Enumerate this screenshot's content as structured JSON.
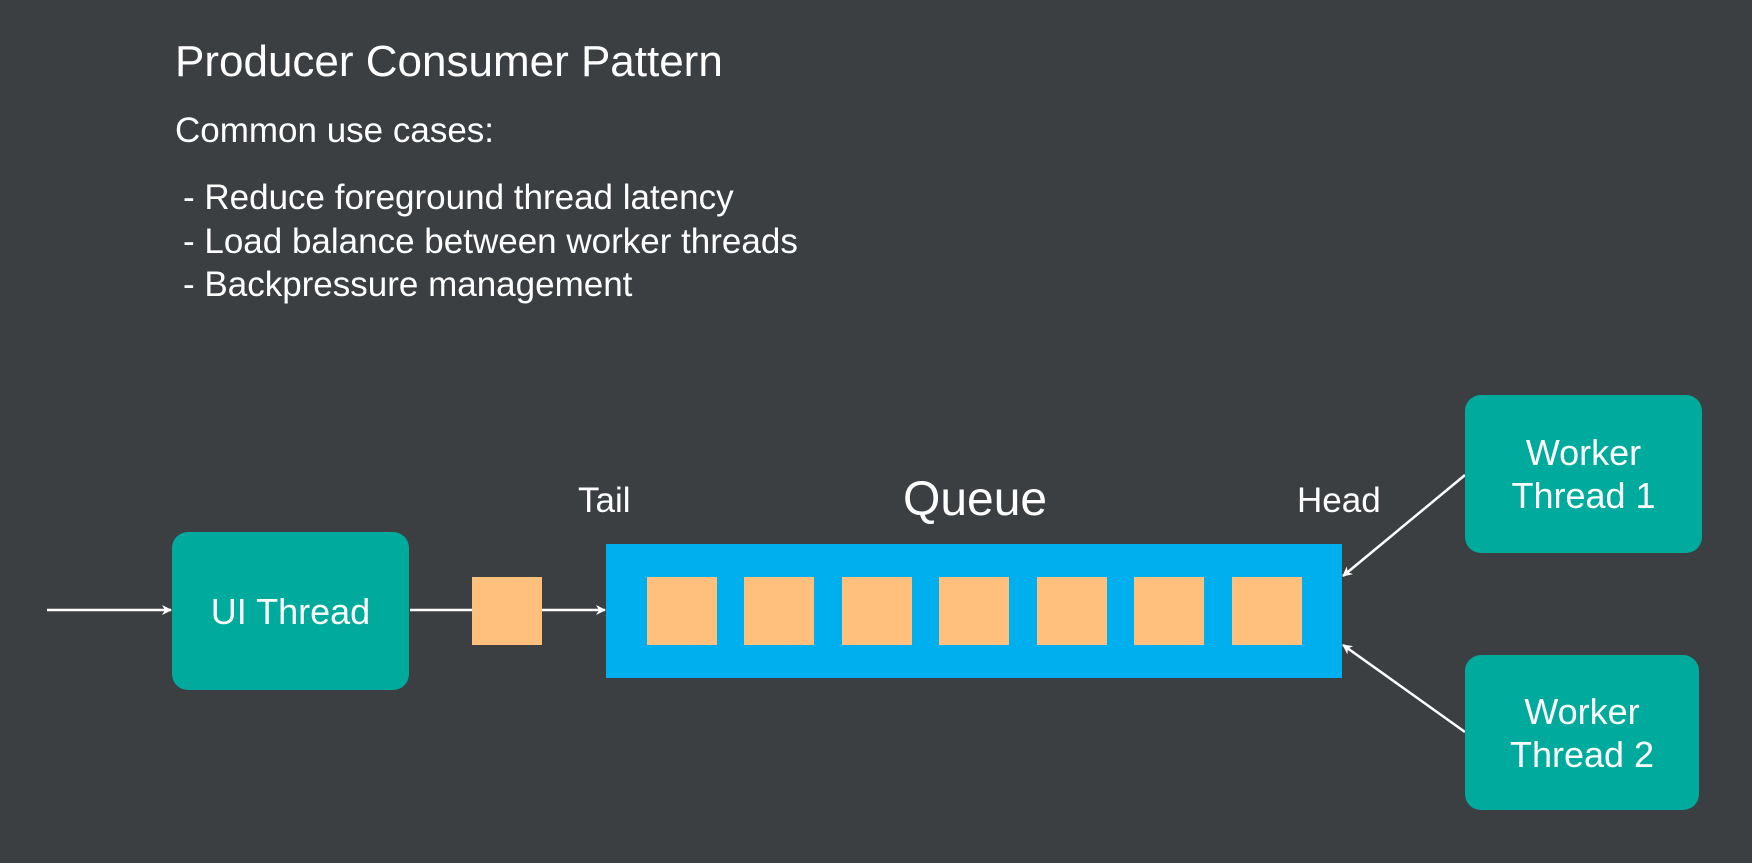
{
  "slide": {
    "title": "Producer Consumer Pattern",
    "subtitle": "Common use cases:",
    "bullets": [
      "- Reduce foreground thread latency",
      "- Load balance between worker threads",
      "- Backpressure management"
    ]
  },
  "diagram": {
    "ui_thread_label": "UI Thread",
    "worker_1_label": "Worker\nThread 1",
    "worker_2_label": "Worker\nThread 2",
    "queue_label": "Queue",
    "tail_label": "Tail",
    "head_label": "Head",
    "queued_item_count": 7,
    "colors": {
      "background": "#3c3f42",
      "thread_box": "#00ab9d",
      "queue": "#00b0ee",
      "item": "#ffc07e",
      "arrow": "#ffffff"
    }
  }
}
